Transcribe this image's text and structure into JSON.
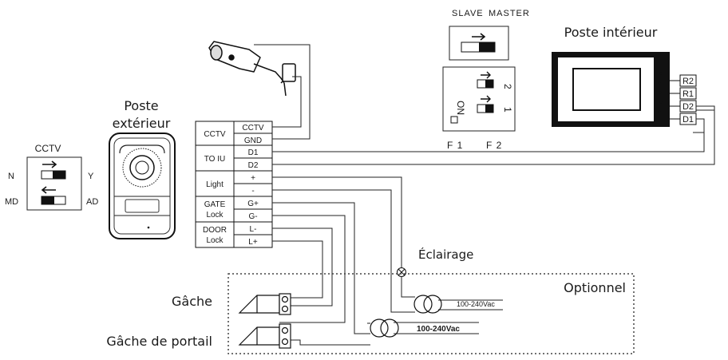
{
  "labels": {
    "poste_exterieur_1": "Poste",
    "poste_exterieur_2": "extérieur",
    "poste_interieur": "Poste intérieur",
    "slave": "SLAVE",
    "master": "MASTER",
    "eclairage": "Éclairage",
    "optionnel": "Optionnel",
    "gache": "Gâche",
    "gache_portail": "Gâche de portail"
  },
  "cctv_switch": {
    "title": "CCTV",
    "n": "N",
    "y": "Y",
    "md": "MD",
    "ad": "AD"
  },
  "dip_switch": {
    "on": "ON",
    "pos1": "1",
    "pos2": "2",
    "f1": "F 1",
    "f2": "F 2"
  },
  "terminal_block": {
    "groups": [
      {
        "name": "CCTV",
        "pins": [
          "CCTV",
          "GND"
        ]
      },
      {
        "name": "TO IU",
        "pins": [
          "D1",
          "D2"
        ]
      },
      {
        "name": "Light",
        "pins": [
          "+",
          "-"
        ]
      },
      {
        "name": "GATE Lock",
        "line1": "GATE",
        "line2": "Lock",
        "pins": [
          "G+",
          "G-"
        ]
      },
      {
        "name": "DOOR Lock",
        "line1": "DOOR",
        "line2": "Lock",
        "pins": [
          "L-",
          "L+"
        ]
      }
    ]
  },
  "indoor_terminals": [
    "R2",
    "R1",
    "D2",
    "D1"
  ],
  "transformers": {
    "t1": "100-240Vac",
    "t2": "100-240Vac"
  }
}
